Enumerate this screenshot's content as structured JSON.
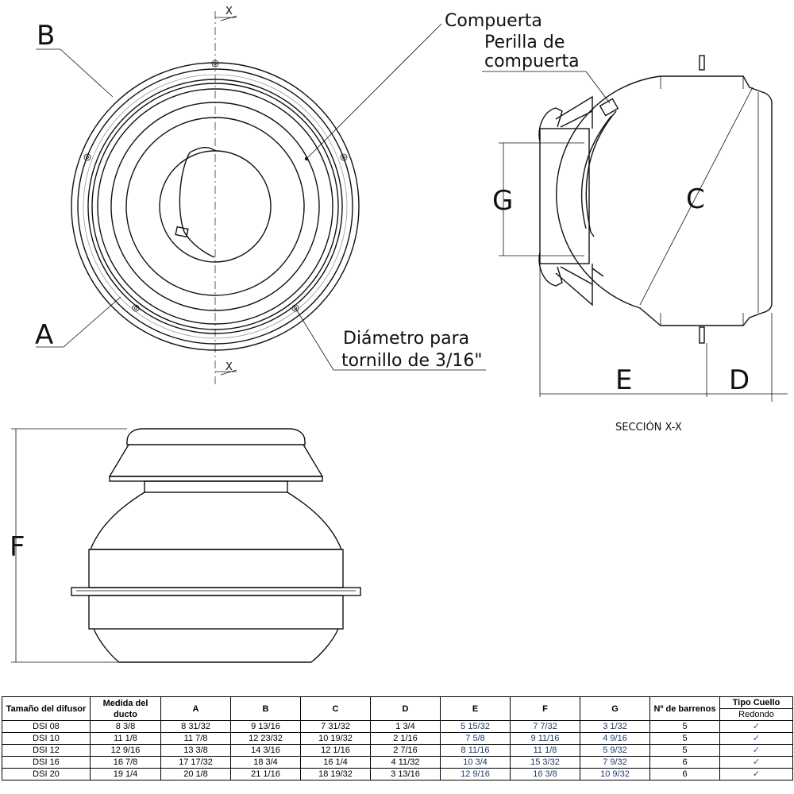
{
  "labels": {
    "compuerta": "Compuerta",
    "perilla_line1": "Perilla de",
    "perilla_line2": "compuerta",
    "diametro_line1": "Diámetro para",
    "diametro_line2": "tornillo de 3/16\"",
    "section_title": "SECCIÓN X-X",
    "x_top": "X",
    "x_bottom": "X",
    "dim_A": "A",
    "dim_B": "B",
    "dim_C": "C",
    "dim_D": "D",
    "dim_E": "E",
    "dim_F": "F",
    "dim_G": "G"
  },
  "table": {
    "headers": [
      "Tamaño del difusor",
      "Medida del ducto",
      "A",
      "B",
      "C",
      "D",
      "E",
      "F",
      "G",
      "Nº de barrenos",
      "Tipo Cuello"
    ],
    "subheader": "Redondo",
    "check": "✓",
    "rows": [
      [
        "DSI 08",
        "8 3/8",
        "8 31/32",
        "9 13/16",
        "7 31/32",
        "1 3/4",
        "5 15/32",
        "7  7/32",
        "3 1/32",
        "5"
      ],
      [
        "DSI 10",
        "11 1/8",
        "11 7/8",
        "12 23/32",
        "10 19/32",
        "2 1/16",
        "7  5/8",
        "9 11/16",
        "4 9/16",
        "5"
      ],
      [
        "DSI 12",
        "12   9/16",
        "13 3/8",
        "14 3/16",
        "12 1/16",
        "2 7/16",
        "8 11/16",
        "11 1/8",
        "5 9/32",
        "5"
      ],
      [
        "DSI 16",
        "16 7/8",
        "17 17/32",
        "18 3/4",
        "16 1/4",
        "4 11/32",
        "10  3/4",
        "15 3/32",
        "7 9/32",
        "6"
      ],
      [
        "DSI 20",
        "19 1/4",
        "20 1/8",
        "21   1/16",
        "18 19/32",
        "3 13/16",
        "12  9/16",
        "16   3/8",
        "10   9/32",
        "6"
      ]
    ]
  }
}
